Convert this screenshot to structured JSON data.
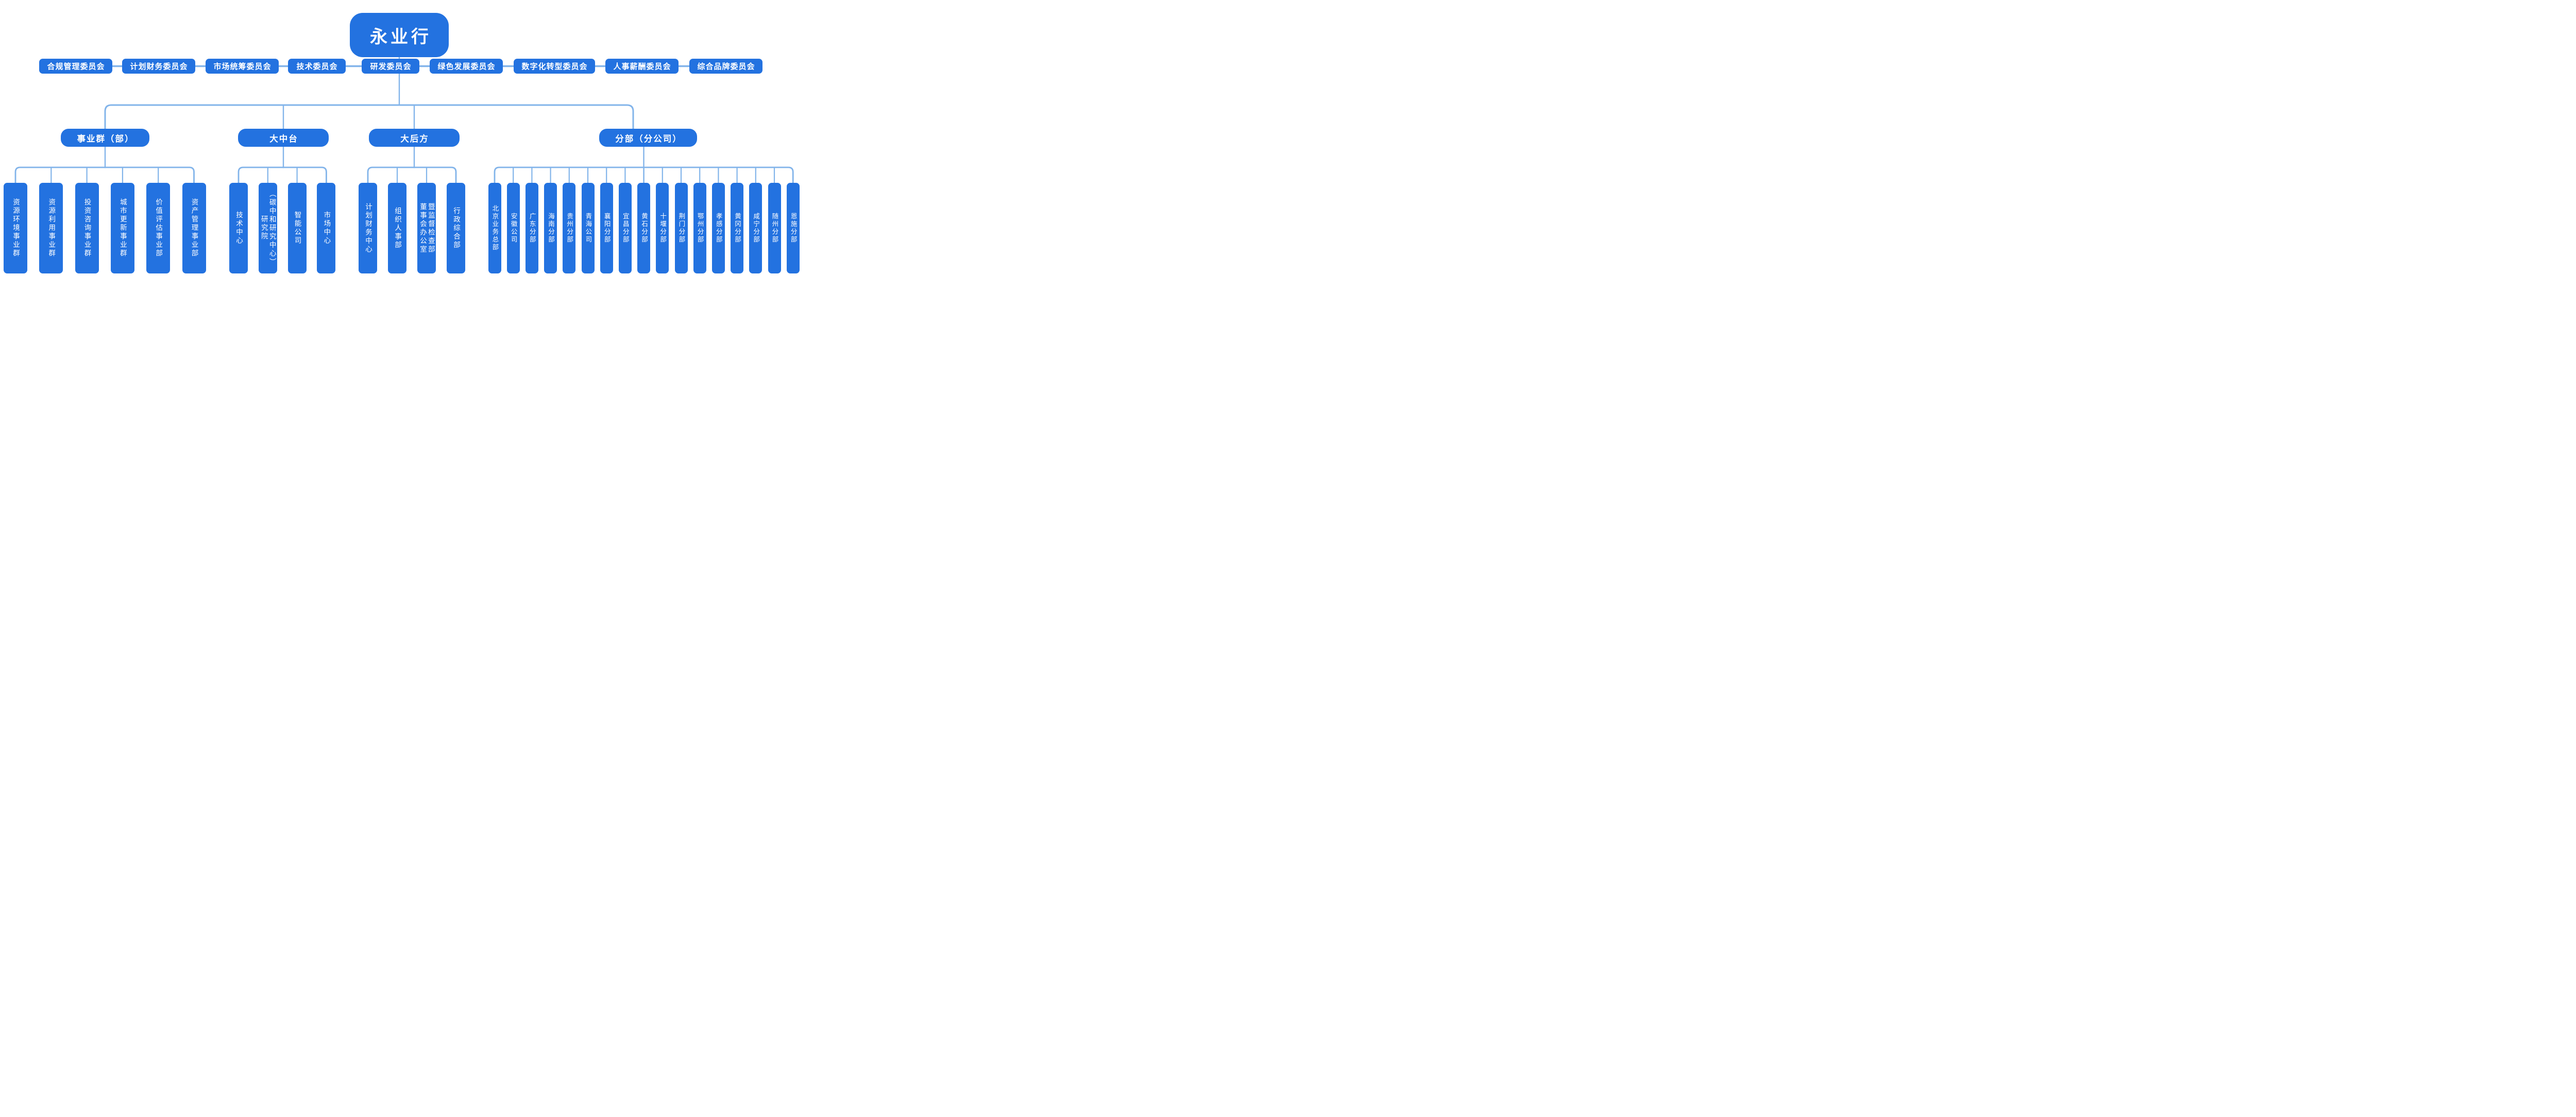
{
  "root": {
    "label": "永业行"
  },
  "committees": [
    "合规管理委员会",
    "计划财务委员会",
    "市场统筹委员会",
    "技术委员会",
    "研发委员会",
    "绿色发展委员会",
    "数字化转型委员会",
    "人事薪酬委员会",
    "综合品牌委员会"
  ],
  "groups": [
    {
      "label": "事业群（部）",
      "children": [
        "资源环境事业群",
        "资源利用事业群",
        "投资咨询事业群",
        "城市更新事业群",
        "价值评估事业部",
        "资产管理事业部"
      ]
    },
    {
      "label": "大中台",
      "children": [
        "技术中心",
        "研究院\n（碳中和研究中心）",
        "智能公司",
        "市场中心"
      ]
    },
    {
      "label": "大后方",
      "children": [
        "计划财务中心",
        "组织人事部",
        "董事会办公室\n暨监督检查部",
        "行政综合部"
      ]
    },
    {
      "label": "分部（分公司）",
      "children": [
        "北京业务总部",
        "安徽公司",
        "广东分部",
        "海南分部",
        "贵州分部",
        "青海公司",
        "襄阳分部",
        "宜昌分部",
        "黄石分部",
        "十堰分部",
        "荆门分部",
        "鄂州分部",
        "孝感分部",
        "黄冈分部",
        "咸宁分部",
        "随州分部",
        "恩施分部"
      ]
    }
  ],
  "colors": {
    "node_blue": "#2372e0",
    "connector": "#82b4ea",
    "text": "#ffffff",
    "background": "#ffffff"
  }
}
